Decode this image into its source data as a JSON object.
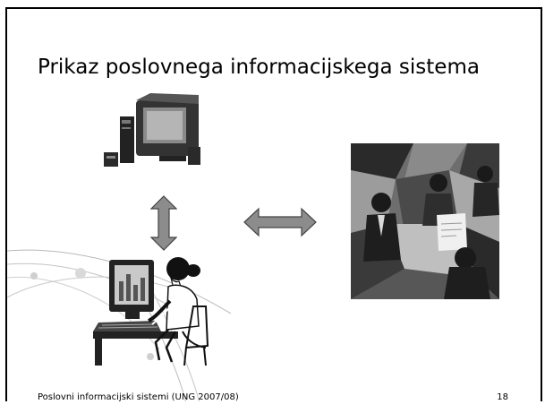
{
  "slide": {
    "title": "Prikaz poslovnega informacijskega sistema",
    "footer": "Poslovni informacijski sistemi (UNG 2007/08)",
    "page_number": "18"
  },
  "images": {
    "computer": "desktop-computer-icon",
    "vertical_arrow": "vertical-double-arrow-icon",
    "horizontal_arrow": "horizontal-double-arrow-icon",
    "user": "person-at-computer-icon",
    "business": "business-meeting-icon"
  },
  "colors": {
    "arrow_fill": "#8c8c8c",
    "arrow_stroke": "#444444",
    "clipart_dark": "#1e1e1e",
    "clipart_mid": "#777777",
    "clipart_light": "#cfcfcf"
  }
}
